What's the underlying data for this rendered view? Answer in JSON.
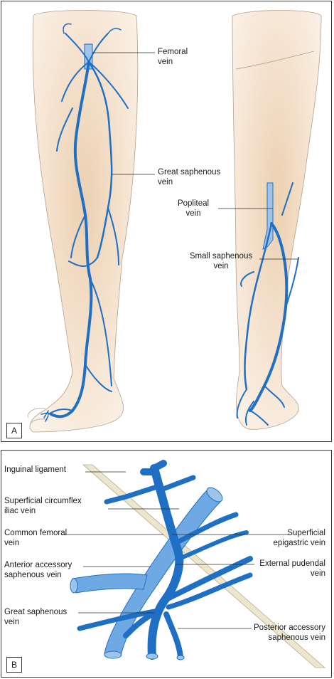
{
  "panel_a": {
    "label": "A",
    "labels": {
      "femoral": [
        "Femoral",
        "vein"
      ],
      "great_saphenous": [
        "Great saphenous",
        "vein"
      ],
      "popliteal": [
        "Popliteal",
        "vein"
      ],
      "small_saphenous": [
        "Small saphenous",
        "vein"
      ]
    }
  },
  "panel_b": {
    "label": "B",
    "labels": {
      "inguinal_ligament": [
        "Inguinal ligament"
      ],
      "superficial_circumflex_iliac": [
        "Superficial circumflex",
        "iliac vein"
      ],
      "common_femoral": [
        "Common femoral",
        "vein"
      ],
      "anterior_accessory": [
        "Anterior accessory",
        "saphenous vein"
      ],
      "great_saphenous": [
        "Great saphenous",
        "vein"
      ],
      "superficial_epigastric": [
        "Superficial",
        "epigastric vein"
      ],
      "external_pudendal": [
        "External pudendal",
        "vein"
      ],
      "posterior_accessory": [
        "Posterior accessory",
        "saphenous vein"
      ]
    }
  },
  "colors": {
    "vein_blue": "#1f6fc4",
    "deep_vein_blue": "#6ea9e3",
    "skin": "#f6e6d4",
    "skin_shade": "#ecd2b6",
    "ligament": "#ece6cf"
  }
}
